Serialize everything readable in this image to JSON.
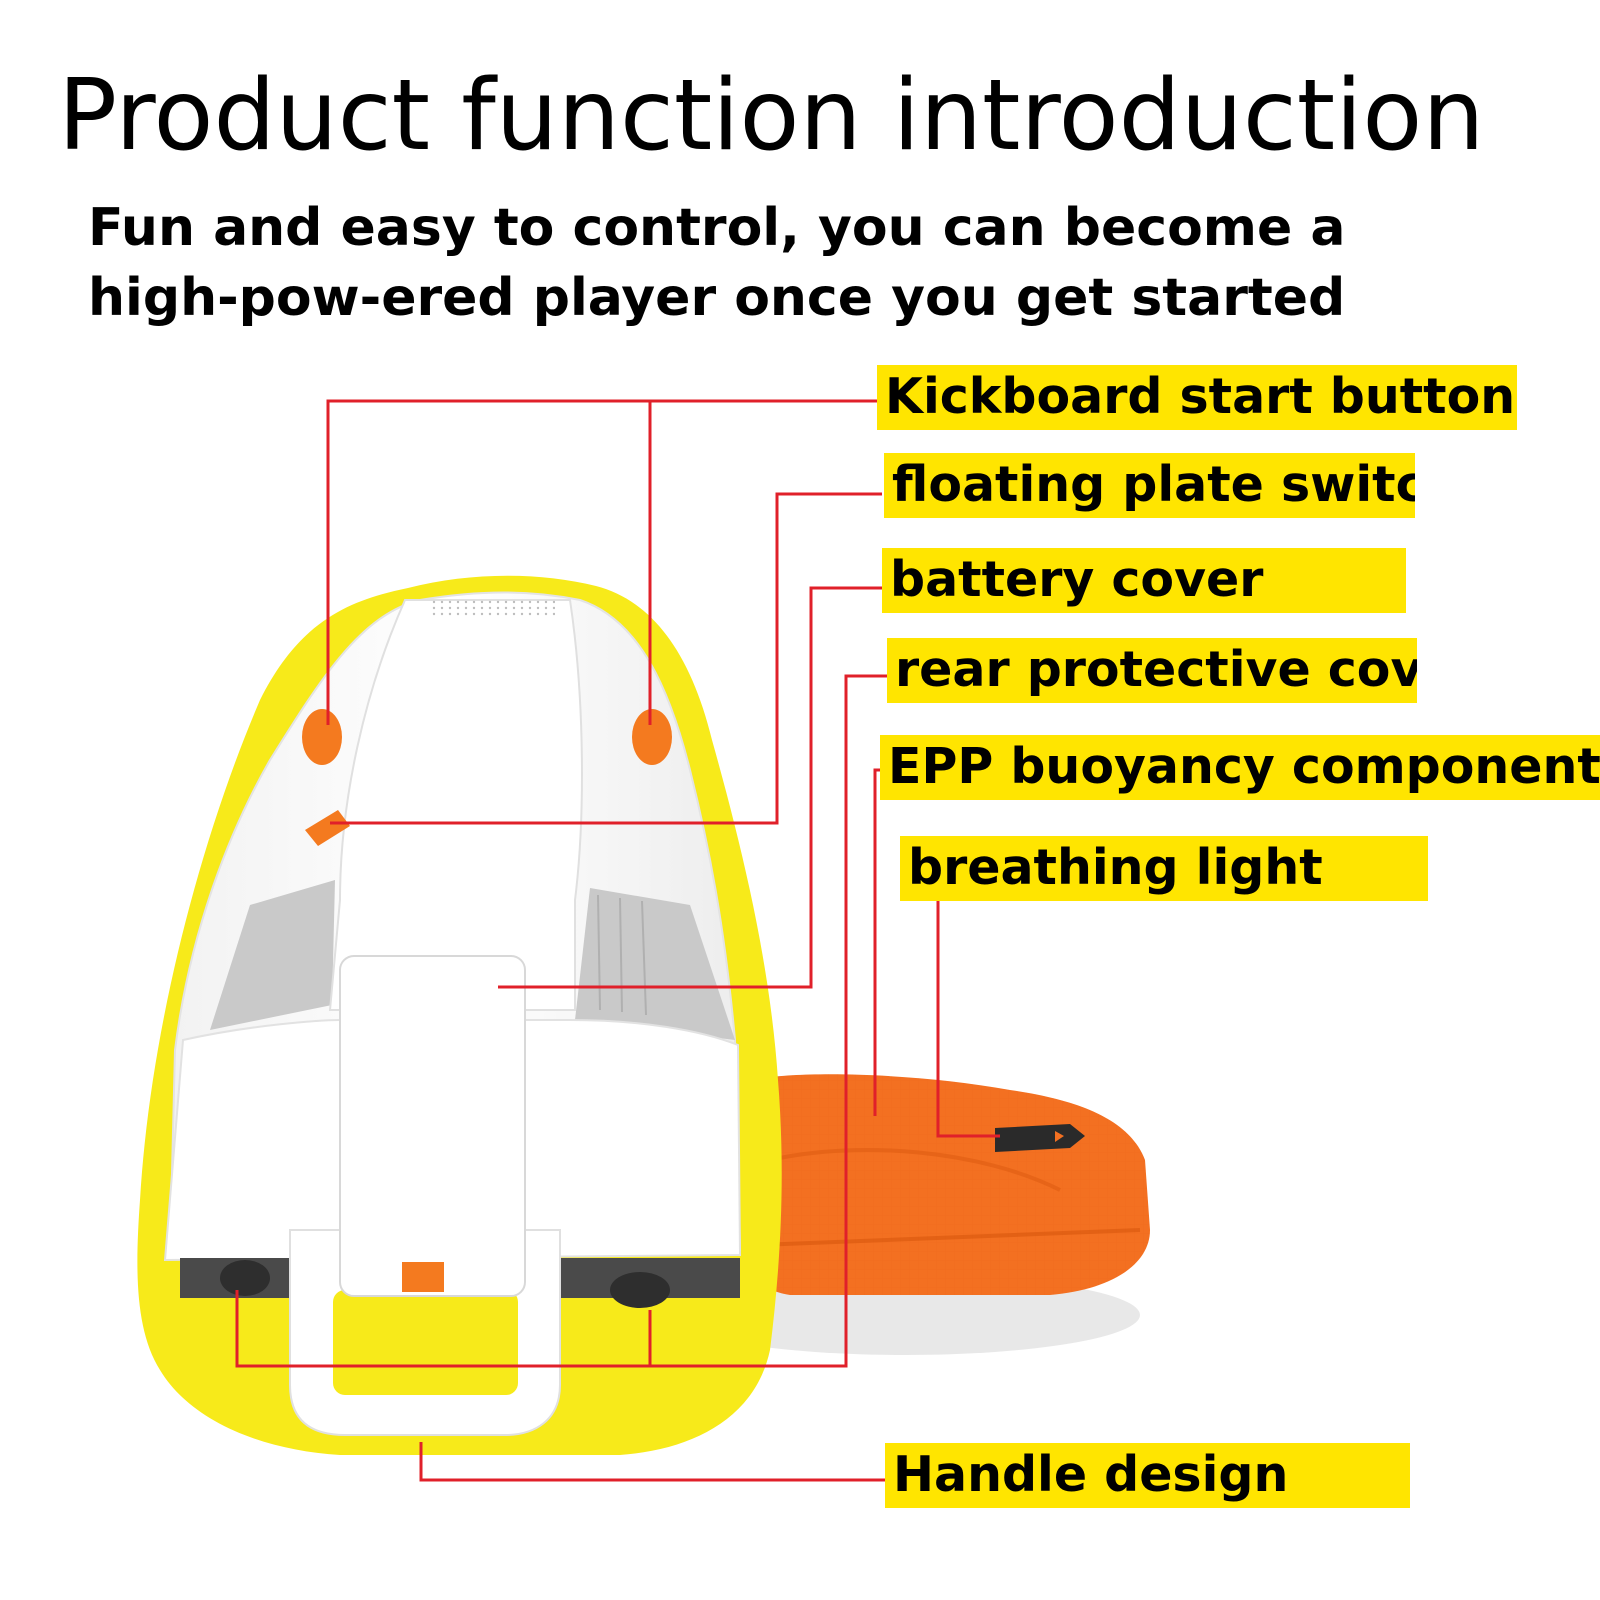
{
  "header": {
    "title": "Product function introduction",
    "subtitle": "Fun and easy to control, you can become a high-pow-ered player once you get started"
  },
  "callouts": [
    {
      "label": "Kickboard start button"
    },
    {
      "label": "floating plate switch"
    },
    {
      "label": "battery cover"
    },
    {
      "label": "rear protective cover"
    },
    {
      "label": "EPP buoyancy components"
    },
    {
      "label": "breathing light"
    },
    {
      "label": "Handle design"
    }
  ],
  "colors": {
    "label_highlight": "#FFE500",
    "leader_line": "#E0202A",
    "bumper": "#F7EA1A",
    "shell": "#FFFFFF",
    "float_board": "#F37021",
    "button": "#F47A1F",
    "inner_gray": "#C9C9C9"
  }
}
